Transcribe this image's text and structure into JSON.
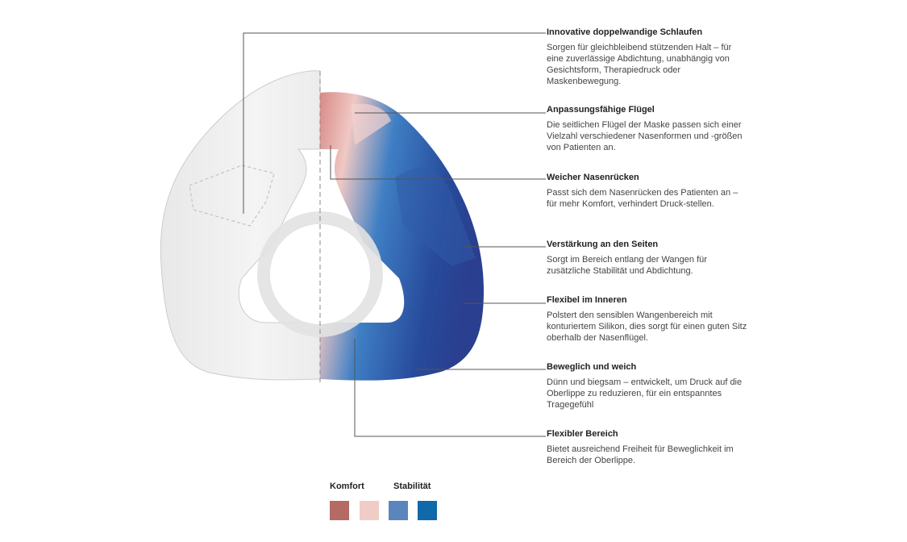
{
  "features": [
    {
      "title": "Innovative doppelwandige Schlaufen",
      "text": "Sorgen für gleichbleibend stützenden Halt – für eine zuverlässige Abdichtung, unabhängig von Gesichtsform, Therapiedruck oder Maskenbewegung."
    },
    {
      "title": "Anpassungsfähige Flügel",
      "text": "Die seitlichen Flügel der Maske passen sich einer Vielzahl verschiedener Nasenformen und -größen von Patienten an."
    },
    {
      "title": "Weicher Nasenrücken",
      "text": "Passt sich dem Nasenrücken des Patienten an – für mehr Komfort, verhindert Druck-stellen."
    },
    {
      "title": "Verstärkung an den Seiten",
      "text": "Sorgt im Bereich entlang der Wangen für zusätzliche Stabilität und Abdichtung."
    },
    {
      "title": "Flexibel im Inneren",
      "text": "Polstert den sensiblen Wangenbereich mit konturiertem Silikon, dies sorgt für einen guten Sitz oberhalb der Nasenflügel."
    },
    {
      "title": "Beweglich und weich",
      "text": "Dünn und biegsam – entwickelt, um  Druck auf die Oberlippe zu reduzieren, für ein entspanntes Tragegefühl"
    },
    {
      "title": "Flexibler Bereich",
      "text": "Bietet ausreichend Freiheit für Beweglichkeit im Bereich der Oberlippe."
    }
  ],
  "legend": {
    "komfort": "Komfort",
    "stabilitaet": "Stabilität",
    "colors": [
      "#b46b63",
      "#f0ccc6",
      "#5b86bd",
      "#1269a9"
    ]
  }
}
